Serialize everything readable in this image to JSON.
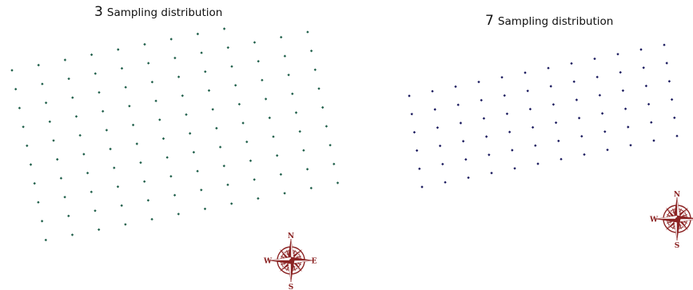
{
  "panels": [
    {
      "number": "3",
      "title": "Sampling distribution",
      "point_color": "#1f5f4a",
      "point_shape": "diamond",
      "grid": {
        "rows": 10,
        "cols": 12
      }
    },
    {
      "number": "7",
      "title": "Sampling distribution",
      "point_color": "#1a1a5e",
      "point_shape": "diamond",
      "grid": {
        "rows": 6,
        "cols": 12
      }
    }
  ],
  "compass": {
    "icon": "compass-rose-icon",
    "labels": {
      "n": "N",
      "e": "E",
      "s": "S",
      "w": "W"
    },
    "color": "#8b2323"
  }
}
